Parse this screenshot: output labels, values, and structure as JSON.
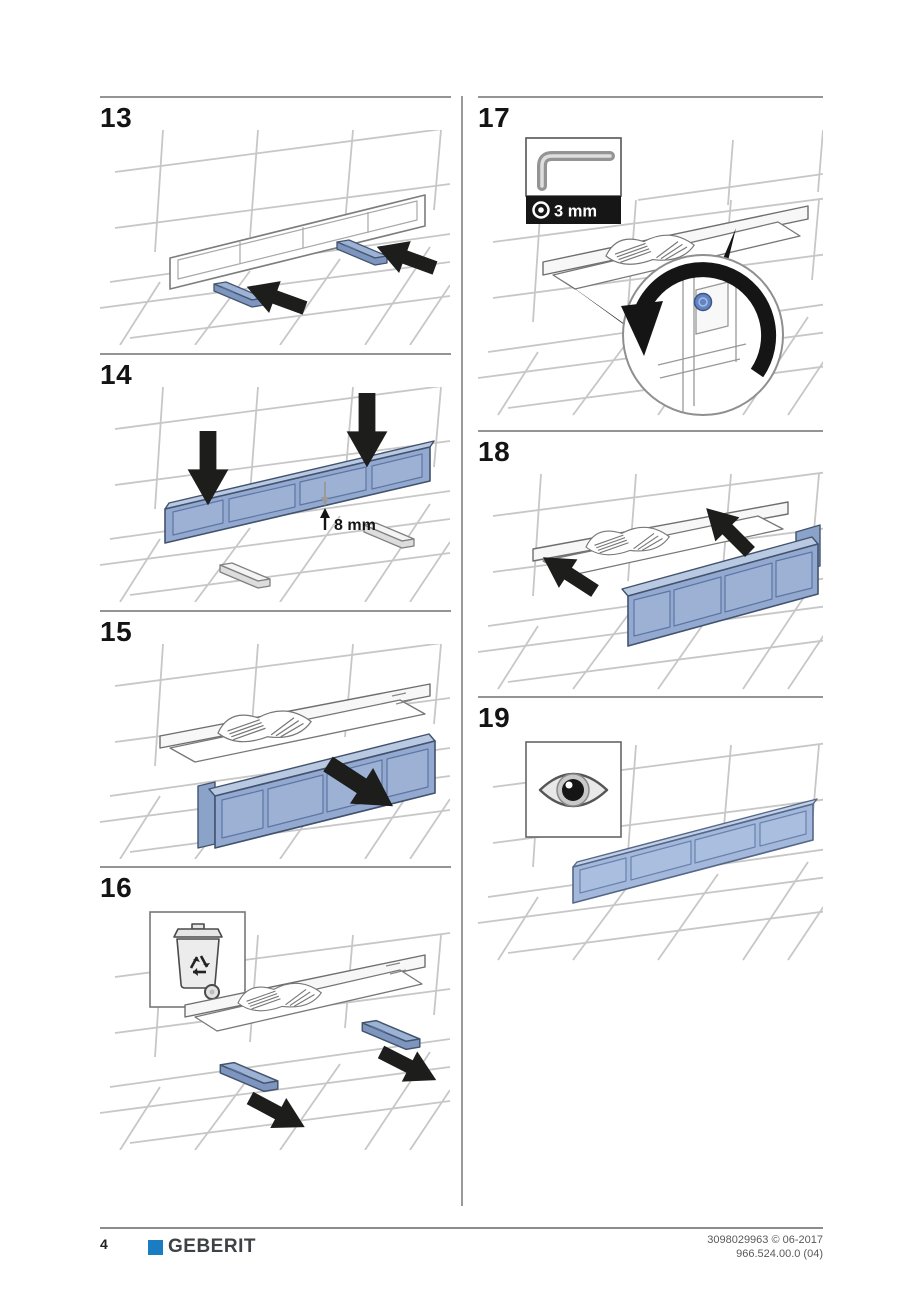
{
  "page": {
    "number": "4"
  },
  "footer": {
    "brand": "GEBERIT",
    "doc_code": "3098029963 © 06-2017",
    "edition_code": "966.524.00.0 (04)"
  },
  "steps": [
    {
      "number": "13"
    },
    {
      "number": "14",
      "dimension_label": "8 mm"
    },
    {
      "number": "15"
    },
    {
      "number": "16",
      "icon": "recycle-bin-icon"
    },
    {
      "number": "17",
      "icon": "allen-key-icon",
      "tool_label": "3 mm"
    },
    {
      "number": "18"
    },
    {
      "number": "19",
      "icon": "eye-icon"
    }
  ],
  "colors": {
    "panel_blue": "#93a9cf",
    "panel_blue_light": "#b9c9e2",
    "panel_blue_dark": "#7e96bf",
    "brand_blue": "#1a7dc4",
    "tile_line_gray": "#c7c7c7",
    "outline_gray": "#808080",
    "arrow_black": "#1d1d1b"
  }
}
